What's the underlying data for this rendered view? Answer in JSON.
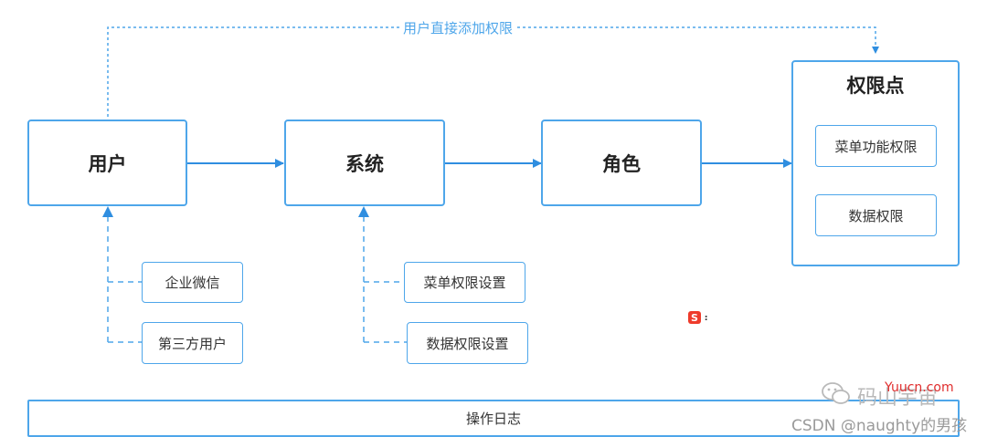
{
  "top_link_label": "用户直接添加权限",
  "main_flow": {
    "user": "用户",
    "system": "系统",
    "role": "角色"
  },
  "permission_points": {
    "title": "权限点",
    "items": [
      "菜单功能权限",
      "数据权限"
    ]
  },
  "user_sources": [
    "企业微信",
    "第三方用户"
  ],
  "system_settings": [
    "菜单权限设置",
    "数据权限设置"
  ],
  "operation_log": "操作日志",
  "watermark": {
    "site": "Yuucn.com",
    "account": "码山宇宙",
    "csdn": "CSDN @naughty的男孩"
  },
  "colors": {
    "accent": "#4ea6ea",
    "arrow": "#2f8ee0"
  },
  "icons": [
    "sogou-ime-icon",
    "wechat-icon"
  ]
}
